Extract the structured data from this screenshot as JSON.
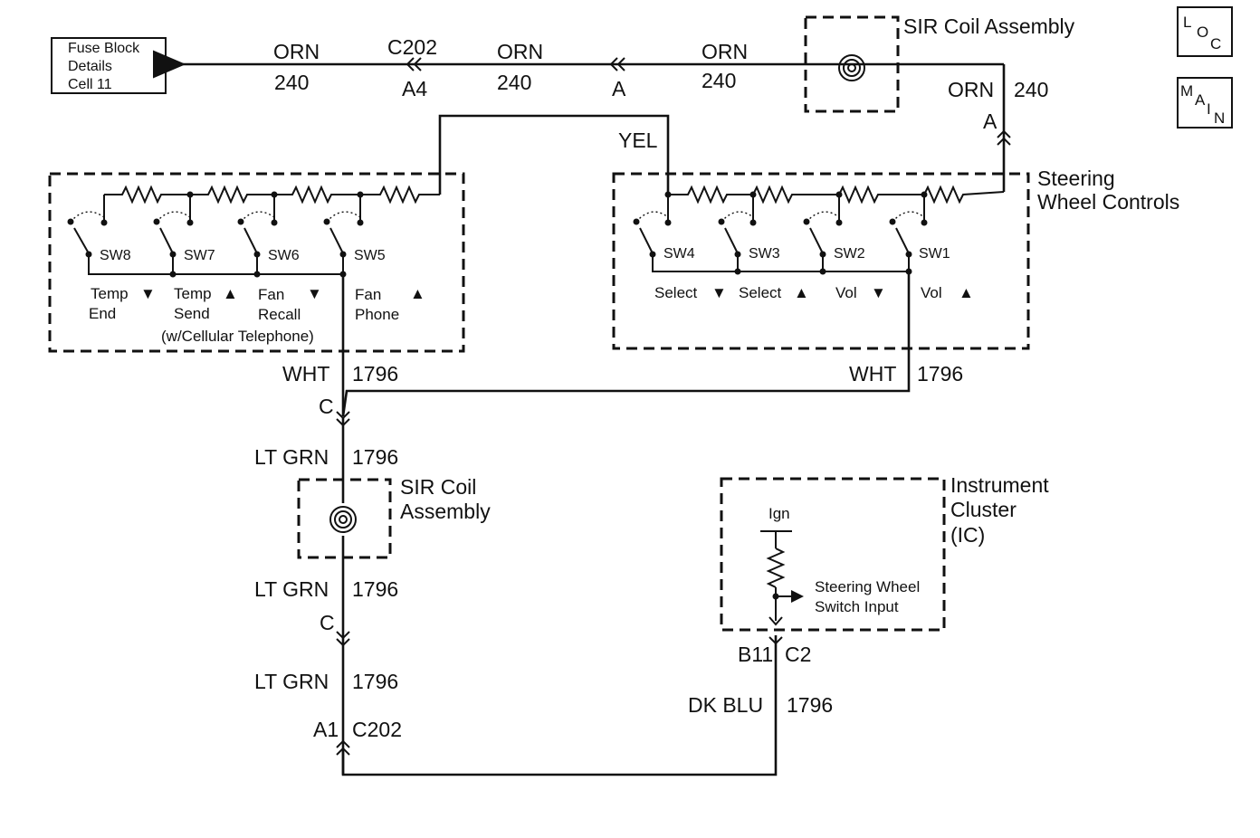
{
  "nav": {
    "loc": [
      "L",
      "O",
      "C"
    ],
    "main": [
      "M",
      "A",
      "I",
      "N"
    ]
  },
  "fuse_block": {
    "line1": "Fuse Block",
    "line2": "Details",
    "line3": "Cell 11"
  },
  "top_wires": {
    "seg1_color": "ORN",
    "seg1_num": "240",
    "c202_label": "C202",
    "c202_pin": "A4",
    "seg2_color": "ORN",
    "seg2_num": "240",
    "pin_a": "A",
    "seg3_color": "ORN",
    "seg3_num": "240"
  },
  "sir_coil_top": {
    "label": "SIR Coil Assembly"
  },
  "right_riser": {
    "color": "ORN",
    "num": "240",
    "pin": "A"
  },
  "yel_label": "YEL",
  "steering_controls": {
    "line1": "Steering",
    "line2": "Wheel Controls"
  },
  "left_switches": [
    {
      "id": "SW8",
      "line1": "Temp",
      "line2": "End",
      "arrow": "▼"
    },
    {
      "id": "SW7",
      "line1": "Temp",
      "line2": "Send",
      "arrow": "▲"
    },
    {
      "id": "SW6",
      "line1": "Fan",
      "line2": "Recall",
      "arrow": "▼"
    },
    {
      "id": "SW5",
      "line1": "Fan",
      "line2": "Phone",
      "arrow": "▲"
    }
  ],
  "cellular_note": "(w/Cellular Telephone)",
  "right_switches": [
    {
      "id": "SW4",
      "line1": "Select",
      "arrow": "▼"
    },
    {
      "id": "SW3",
      "line1": "Select",
      "arrow": "▲"
    },
    {
      "id": "SW2",
      "line1": "Vol",
      "arrow": "▼"
    },
    {
      "id": "SW1",
      "line1": "Vol",
      "arrow": "▲"
    }
  ],
  "wht_left": {
    "color": "WHT",
    "num": "1796"
  },
  "wht_right": {
    "color": "WHT",
    "num": "1796"
  },
  "conn_c1": "C",
  "ltgrn1": {
    "color": "LT GRN",
    "num": "1796"
  },
  "sir_coil_mid": {
    "line1": "SIR Coil",
    "line2": "Assembly"
  },
  "ltgrn2": {
    "color": "LT GRN",
    "num": "1796"
  },
  "conn_c2": "C",
  "ltgrn3": {
    "color": "LT GRN",
    "num": "1796"
  },
  "c202_bottom": {
    "pin": "A1",
    "label": "C202"
  },
  "instrument_cluster": {
    "line1": "Instrument",
    "line2": "Cluster",
    "line3": "(IC)",
    "ign": "Ign",
    "input1": "Steering Wheel",
    "input2": "Switch Input"
  },
  "ic_conn": {
    "pin": "B11",
    "label": "C2"
  },
  "dkblu": {
    "color": "DK BLU",
    "num": "1796"
  }
}
